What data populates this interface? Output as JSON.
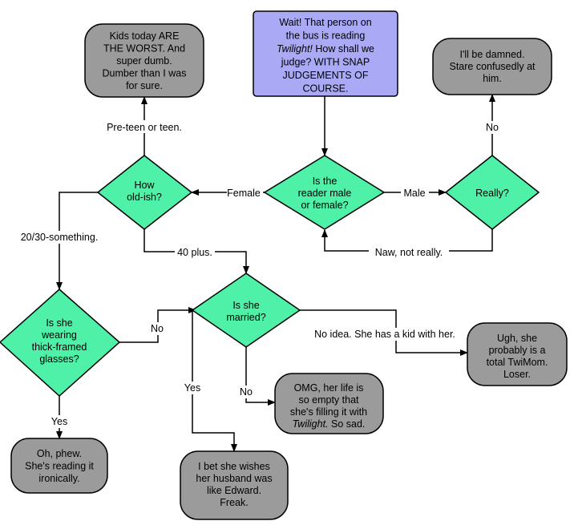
{
  "colors": {
    "start_fill": "#a9a9f5",
    "decision_fill": "#4ff0a8",
    "terminal_fill": "#9b9b9b",
    "stroke": "#000000",
    "label_bg": "#ffffff"
  },
  "nodes": {
    "start": {
      "lines": [
        [
          "Wait!  That person on"
        ],
        [
          "the bus is reading"
        ],
        [
          {
            "t": "Twilight!",
            "i": true
          },
          " How shall we"
        ],
        [
          "judge?  WITH SNAP"
        ],
        [
          "JUDGEMENTS OF"
        ],
        [
          "COURSE."
        ]
      ]
    },
    "gender": {
      "lines": [
        "Is the",
        "reader male",
        "or female?"
      ]
    },
    "really": {
      "lines": [
        "Really?"
      ]
    },
    "damned": {
      "lines": [
        "I'll be damned.",
        "Stare confusedly at",
        "him."
      ]
    },
    "age": {
      "lines": [
        "How",
        "old-ish?"
      ]
    },
    "kids": {
      "lines": [
        "Kids today ARE",
        "THE WORST.  And",
        "super dumb.",
        "Dumber than I was",
        "for sure."
      ]
    },
    "glasses": {
      "lines": [
        "Is she",
        "wearing",
        "thick-framed",
        "glasses?"
      ]
    },
    "married": {
      "lines": [
        "Is she",
        "married?"
      ]
    },
    "phew": {
      "lines": [
        "Oh, phew.",
        "She's reading it",
        "ironically."
      ]
    },
    "edward": {
      "lines": [
        "I bet she wishes",
        "her husband was",
        "like Edward.",
        "Freak."
      ]
    },
    "empty": {
      "lines": [
        [
          "OMG, her life is"
        ],
        [
          "so empty that"
        ],
        [
          "she's filling it with"
        ],
        [
          {
            "t": "Twilight.",
            "i": true
          },
          "  So sad."
        ]
      ]
    },
    "twimom": {
      "lines": [
        "Ugh, she",
        "probably is a",
        "total TwiMom.",
        "Loser."
      ]
    }
  },
  "edge_labels": {
    "female": "Female",
    "male": "Male",
    "no_really": "No",
    "naw": "Naw, not really.",
    "preteen": "Pre-teen or teen.",
    "twenty_thirty": "20/30-something.",
    "forty": "40 plus.",
    "no_glasses": "No",
    "yes_glasses": "Yes",
    "yes_married": "Yes",
    "no_married": "No",
    "no_idea": "No idea.  She has a kid with her."
  }
}
